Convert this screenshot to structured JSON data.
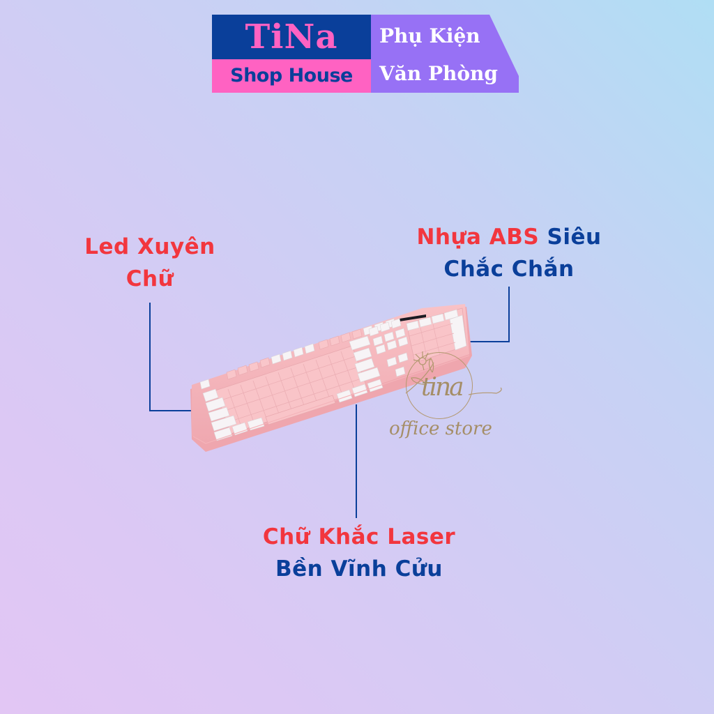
{
  "banner": {
    "brand_top": "TiNa",
    "brand_bottom": "Shop House",
    "category_line1": "Phụ Kiện",
    "category_line2": "Văn Phòng",
    "colors": {
      "navy": "#0A3F9A",
      "pink": "#FF62C2",
      "purple": "#9771F5",
      "white": "#FFFFFF"
    }
  },
  "callouts": {
    "led": {
      "line1": "Led Xuyên",
      "line2": "Chữ"
    },
    "abs": {
      "line1_red": "Nhựa ABS",
      "line1_blue": "Siêu",
      "line2": "Chắc Chắn"
    },
    "laser": {
      "line1": "Chữ Khắc Laser",
      "line2": "Bền Vĩnh Cửu"
    },
    "colors": {
      "red": "#F2363E",
      "blue": "#0A3F9A"
    }
  },
  "product": {
    "name": "pink-white-backlit-keyboard",
    "body_color": "#F6B8BE",
    "key_pink": "#F9C4C8",
    "key_white": "#F7F4F6"
  },
  "watermark": {
    "script": "tina",
    "caption": "office store",
    "color": "#A58E67"
  },
  "background": {
    "top_right": "#B0DEF4",
    "bottom_left": "#E2C6F4"
  }
}
